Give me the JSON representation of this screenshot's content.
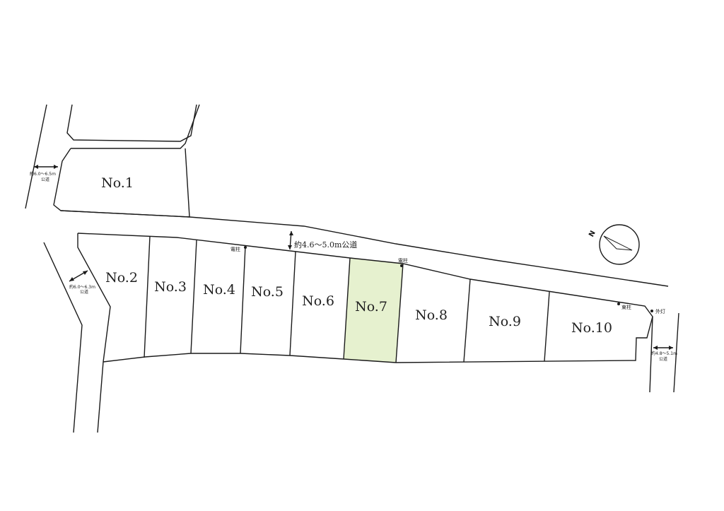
{
  "colors": {
    "line": "#1a1a1a",
    "highlight_fill": "#e6f1cf",
    "highlight_edge": "#cde2ad",
    "background": "#ffffff"
  },
  "lots": [
    {
      "id": "no1",
      "label": "No.1"
    },
    {
      "id": "no2",
      "label": "No.2"
    },
    {
      "id": "no3",
      "label": "No.3"
    },
    {
      "id": "no4",
      "label": "No.4"
    },
    {
      "id": "no5",
      "label": "No.5"
    },
    {
      "id": "no6",
      "label": "No.6"
    },
    {
      "id": "no7",
      "label": "No.7",
      "highlighted": true
    },
    {
      "id": "no8",
      "label": "No.8"
    },
    {
      "id": "no9",
      "label": "No.9"
    },
    {
      "id": "no10",
      "label": "No.10"
    }
  ],
  "roads": {
    "main": "約4.6〜5.0m公道",
    "left_top_width": "約6.0〜6.5m",
    "left_top_type": "公道",
    "left_mid_width": "約6.0〜6.3m",
    "left_mid_type": "公道",
    "right_width": "約4.8〜5.1m",
    "right_type": "公道"
  },
  "markers": {
    "pole_1": "電柱",
    "pole_2": "電柱",
    "pole_3": "東柱",
    "outdoor_light": "外灯"
  },
  "compass": {
    "north_label": "N",
    "icon": "north-arrow-icon"
  }
}
